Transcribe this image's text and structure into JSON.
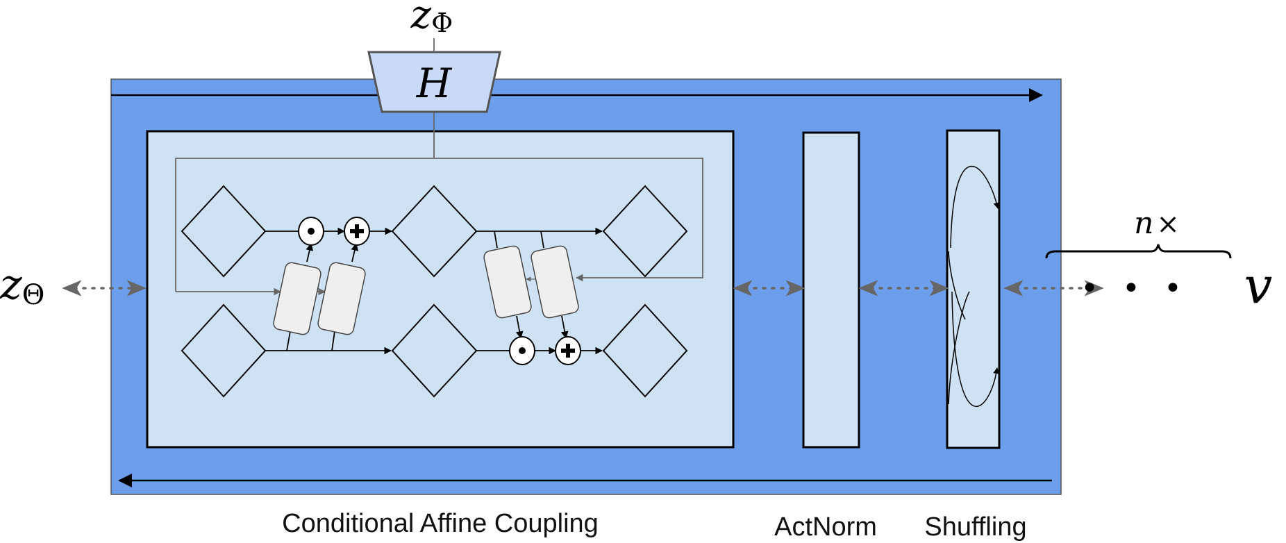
{
  "labels": {
    "input_var": "z",
    "input_sub": "Θ",
    "cond_var": "z",
    "cond_sub": "Φ",
    "hypernet": "H",
    "repeat_n": "n",
    "repeat_times": "×",
    "output_var": "v",
    "ellipsis": "• • •",
    "coupling": "Conditional Affine Coupling",
    "actnorm": "ActNorm",
    "shuffling": "Shuffling"
  },
  "colors": {
    "outer_block": "#6d9eeb",
    "inner_panel": "#cfe2f3",
    "hypernet_fill": "#c9daf8",
    "subnet_fill": "#efefef",
    "stroke": "#000000",
    "connector": "#666666"
  }
}
